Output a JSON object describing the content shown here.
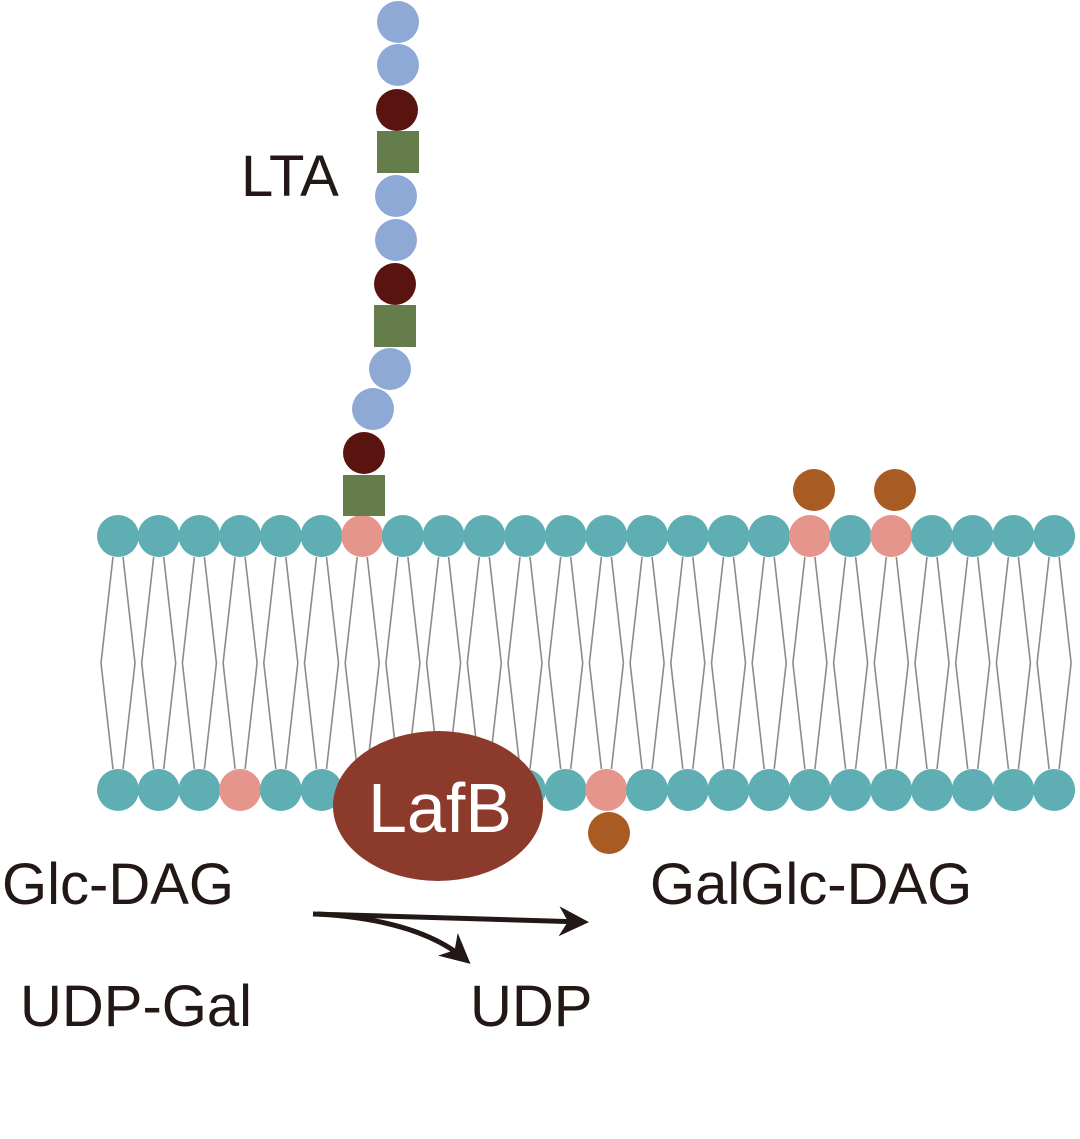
{
  "labels": {
    "lta": "LTA",
    "enzyme": "LafB",
    "substrate1": "Glc-DAG",
    "substrate2": "UDP-Gal",
    "product1": "GalGlc-DAG",
    "product2": "UDP"
  },
  "legend_colors": {
    "headgroup": "#5eaeb4",
    "modified_headgroup": "#e5958c",
    "tail_line": "#8c8c8c",
    "glycerol_phosphate": "#8ea9d5",
    "lta_dark_unit": "#5a1410",
    "lta_square_unit": "#657d4a",
    "galactose": "#a85b22",
    "enzyme": "#8b3a2b",
    "arrow": "#231815"
  }
}
